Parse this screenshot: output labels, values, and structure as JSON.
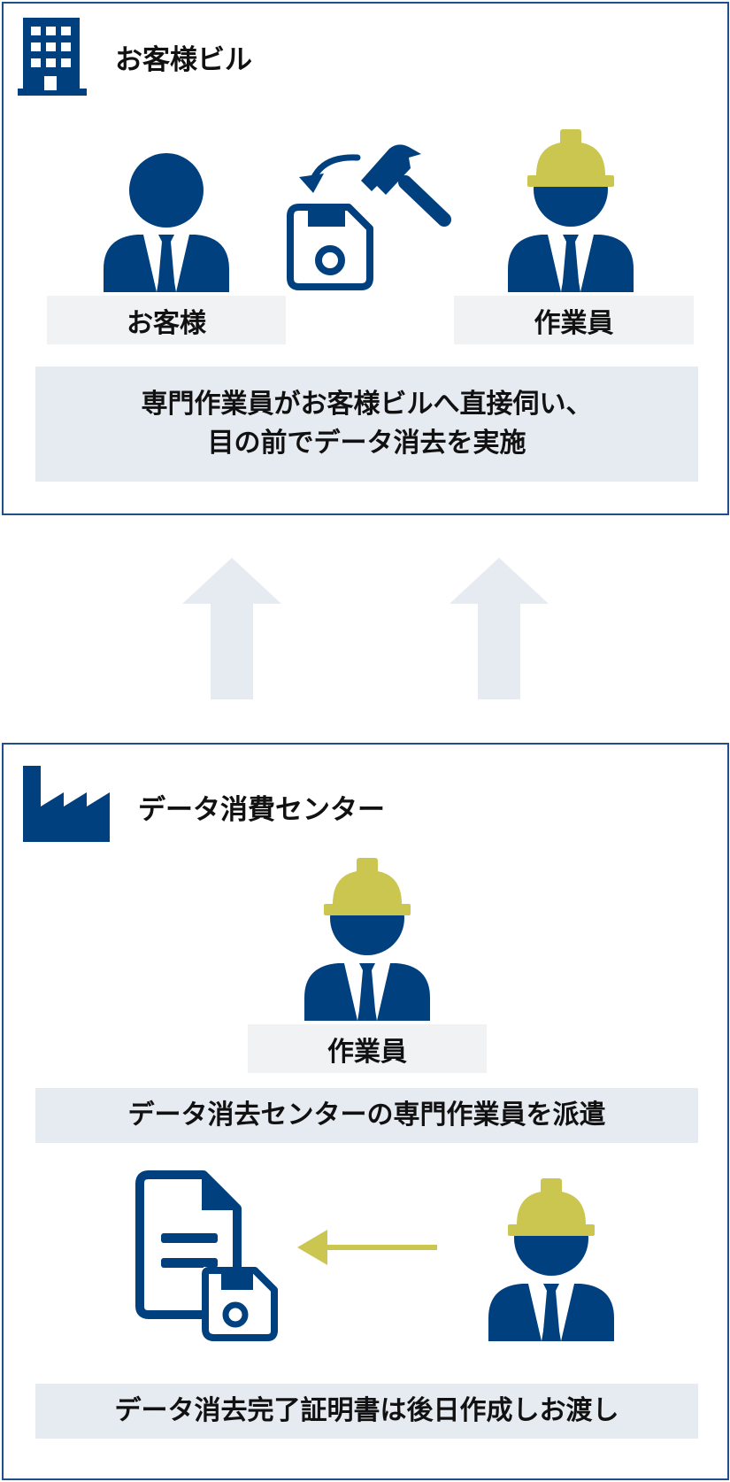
{
  "colors": {
    "navy": "#00407f",
    "helmet": "#cbc64f",
    "panel_border": "#1e4f8a",
    "label_bg": "#f1f2f4",
    "caption_bg": "#e6eaf1",
    "arrow_bg": "#e6ebf2"
  },
  "customer_building": {
    "icon": "office-building-icon",
    "title": "お客様ビル",
    "customer_label": "お客様",
    "worker_label": "作業員",
    "caption_line1": "専門作業員がお客様ビルへ直接伺い、",
    "caption_line2": "目の前でデータ消去を実施"
  },
  "data_center": {
    "icon": "factory-icon",
    "title": "データ消費センター",
    "worker_label": "作業員",
    "dispatch_caption": "データ消去センターの専門作業員を派遣",
    "certificate_caption": "データ消去完了証明書は後日作成しお渡し"
  }
}
